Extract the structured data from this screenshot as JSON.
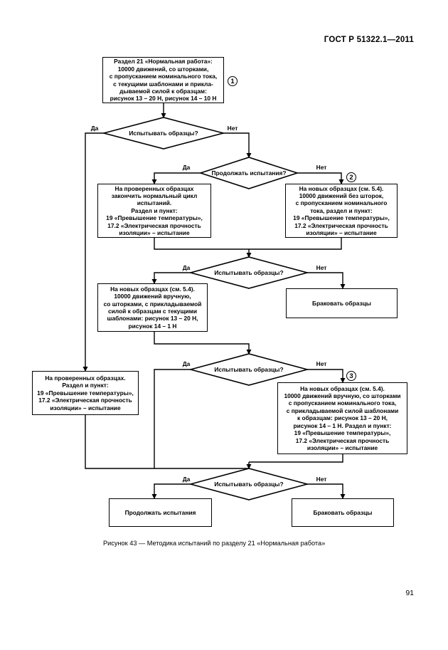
{
  "header": "ГОСТ Р 51322.1—2011",
  "boxes": {
    "b1": "Раздел 21 «Нормальная работа»:\n10000 движений, со шторками,\nс пропусканием номинального тока,\nс текущими шаблонами и прикла-\nдываемой силой к образцам:\nрисунок 13 – 20 Н, рисунок 14 – 10 Н",
    "b2": "На проверенных образцах\nзакончить нормальный цикл\nиспытаний.\nРаздел и пункт:\n19 «Превышение температуры»,\n17.2 «Электрическая прочность\nизоляции» – испытание",
    "b3": "На новых образцах (см. 5.4).\n10000 движений без шторок,\nс пропусканием номинального\nтока, раздел и пункт:\n19 «Превышение температуры»,\n17.2 «Электрическая прочность\nизоляции» – испытание",
    "b4": "На новых образцах (см. 5.4).\n10000 движений вручную,\nсо шторками, с прикладываемой\nсилой к образцам с текущими\nшаблонами: рисунок 13 – 20 Н,\nрисунок 14 – 1 Н",
    "b5": "Браковать образцы",
    "b6": "На проверенных образцах.\nРаздел и пункт:\n19 «Превышение температуры»,\n17.2 «Электрическая прочность\nизоляции» – испытание",
    "b7": "На новых образцах (см. 5.4).\n10000 движений вручную, со шторками\nс пропусканием номинального тока,\nс прикладываемой силой шаблонами\nк образцам: рисунок 13 – 20 Н,\nрисунок 14 – 1 Н. Раздел и пункт:\n19 «Превышение температуры»,\n17.2 «Электрическая прочность\nизоляции» – испытание",
    "b8": "Продолжать испытания",
    "b9": "Браковать образцы"
  },
  "decisions": {
    "d1": "Испытывать образцы?",
    "d2": "Продолжать испытания?",
    "d3": "Испытывать образцы?",
    "d4": "Испытывать образцы?",
    "d5": "Испытывать образцы?"
  },
  "labels": {
    "yes": "Да",
    "no": "Нет"
  },
  "markers": {
    "m1": "1",
    "m2": "2",
    "m3": "3"
  },
  "caption": "Рисунок 43 — Методика испытаний по разделу 21 «Нормальная работа»",
  "page_number": "91"
}
